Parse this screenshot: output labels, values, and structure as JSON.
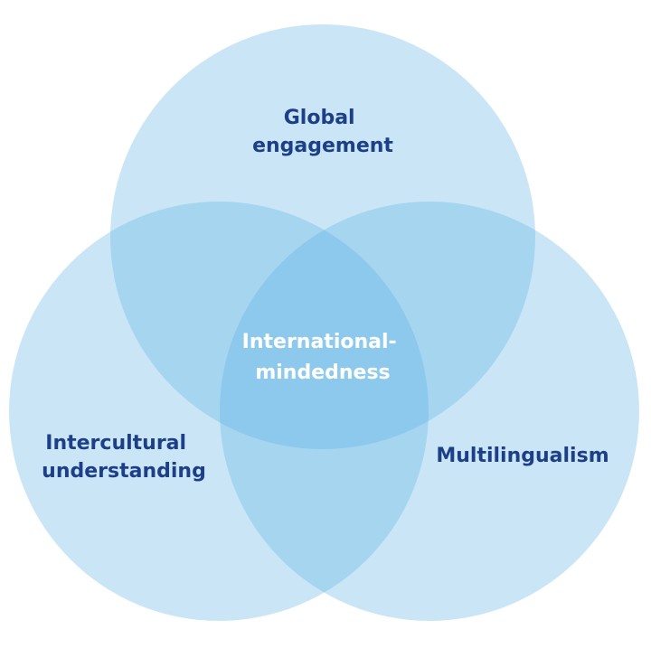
{
  "venn": {
    "sets": [
      {
        "id": "top",
        "label_lines": [
          "Global",
          "engagement"
        ]
      },
      {
        "id": "left",
        "label_lines": [
          "Intercultural",
          "understanding"
        ]
      },
      {
        "id": "right",
        "label_lines": [
          "Multilingualism"
        ]
      }
    ],
    "center_label_lines": [
      "International-",
      "mindedness"
    ]
  },
  "colors": {
    "circle_fill": "#5bb1e3",
    "set_label": "#1d3f87",
    "center_label": "#ffffff"
  }
}
